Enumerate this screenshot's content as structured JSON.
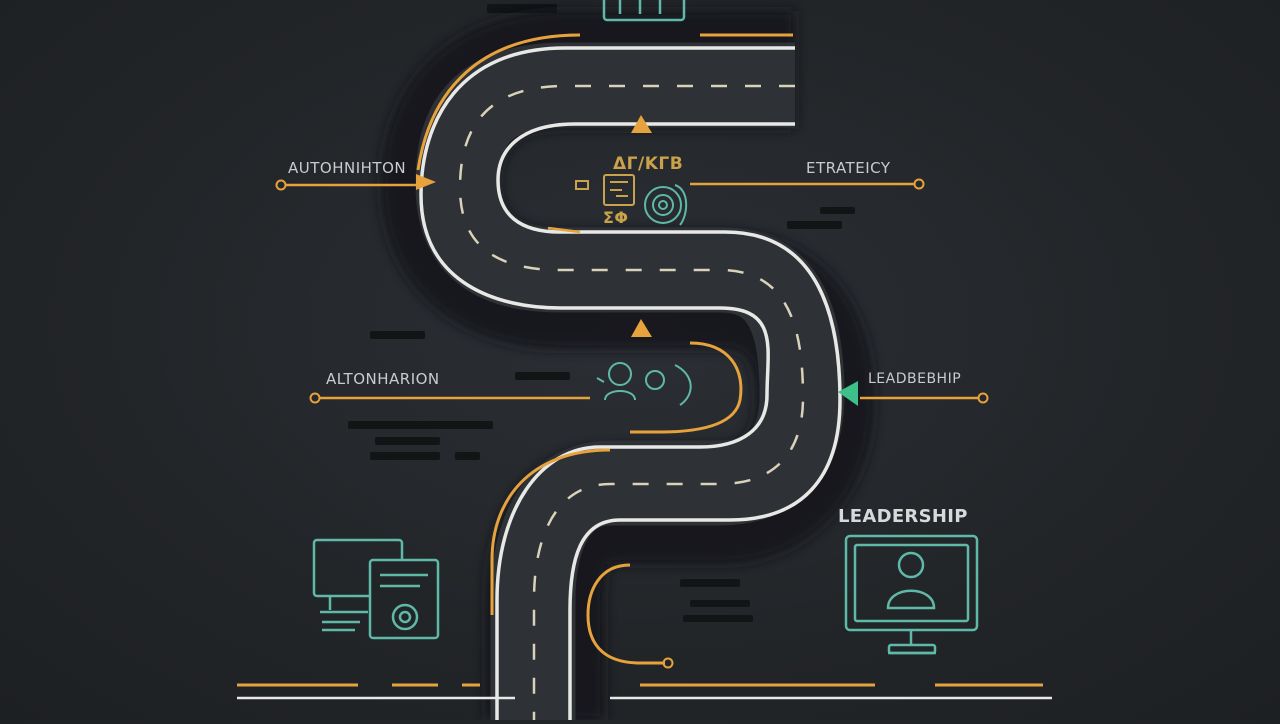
{
  "labels": {
    "top_left": "AUTOHNIHTON",
    "top_right": "ETRATEICY",
    "center_top": "ΔΓ/ΚΓΒ",
    "center_bottom": "ΣΦ",
    "mid_left": "ALTONHARION",
    "mid_right": "LEADBEBHIP",
    "bottom_right": "LEADERSHIP"
  },
  "colors": {
    "background": "#222528",
    "road": "#2e3135",
    "road_edge": "#e8e8e6",
    "lane_dash": "#d8d2b8",
    "accent_orange": "#e6a23c",
    "accent_teal": "#5fb9a8",
    "accent_green": "#3fbf8a",
    "shadow_bar": "#111315"
  },
  "icons": [
    "gear-icon",
    "brain-icon",
    "monitor-icon",
    "document-icon",
    "user-monitor-icon",
    "target-icon"
  ]
}
